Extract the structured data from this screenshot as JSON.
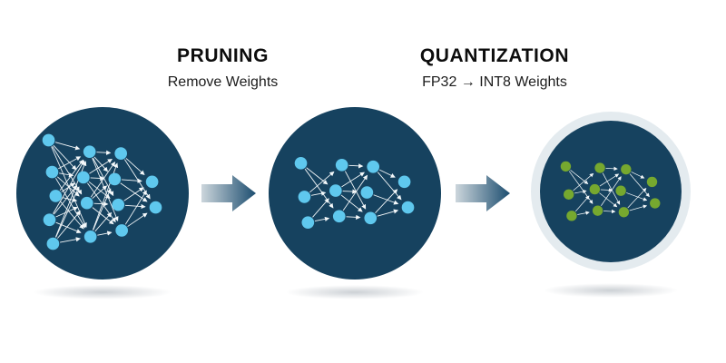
{
  "labels": {
    "pruning_title": "PRUNING",
    "pruning_subtitle": "Remove Weights",
    "quantization_title": "QUANTIZATION",
    "quantization_subtitle": "FP32 → INT8 Weights"
  },
  "colors": {
    "circle_bg": "#16425f",
    "node_blue": "#5fc8ee",
    "node_green": "#76a82f",
    "edge": "#f4f8fa",
    "arrow_gradient_start": "#ccd6dc",
    "arrow_gradient_end": "#1d4e70",
    "halo": "#e4ebef"
  },
  "networks": [
    {
      "name": "original-network",
      "node_color": "#5fc8ee",
      "layers": [
        5,
        4,
        4,
        2
      ],
      "sparse": false
    },
    {
      "name": "pruned-network",
      "node_color": "#5fc8ee",
      "layers": [
        3,
        3,
        3,
        2
      ],
      "sparse": true
    },
    {
      "name": "quantized-network",
      "node_color": "#76a82f",
      "layers": [
        3,
        3,
        3,
        2
      ],
      "sparse": true
    }
  ]
}
